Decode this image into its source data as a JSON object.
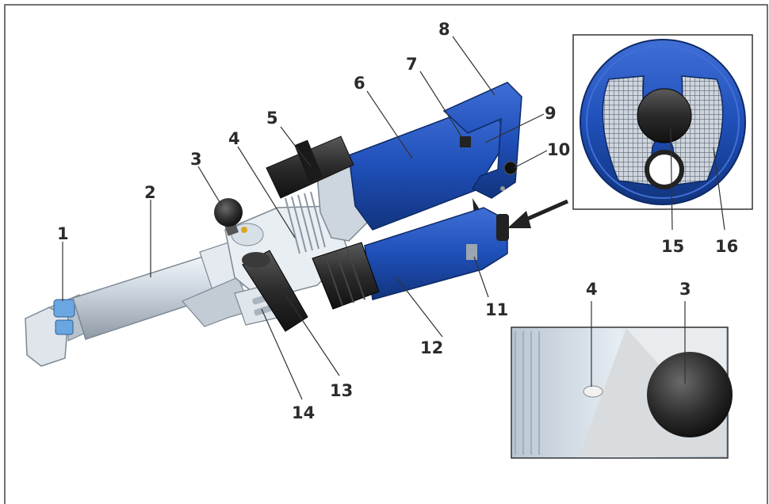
{
  "callouts": {
    "c1": "1",
    "c2": "2",
    "c3": "3",
    "c4": "4",
    "c5": "5",
    "c6": "6",
    "c7": "7",
    "c8": "8",
    "c9": "9",
    "c10": "10",
    "c11": "11",
    "c12": "12",
    "c13": "13",
    "c14": "14",
    "c15": "15",
    "c16": "16"
  },
  "inset_filter": {
    "c15": "15",
    "c16": "16"
  },
  "inset_ball": {
    "c4": "4",
    "c3": "3"
  },
  "colors": {
    "tool_blue": "#1f4fb8",
    "tool_blue_dark": "#163a8a",
    "aluminum": "#d4dde6",
    "dark_grip": "#2a2a2a",
    "label_text": "#2b2b2b"
  },
  "icons": {
    "pointer_arrow": "arrow-left-icon"
  }
}
